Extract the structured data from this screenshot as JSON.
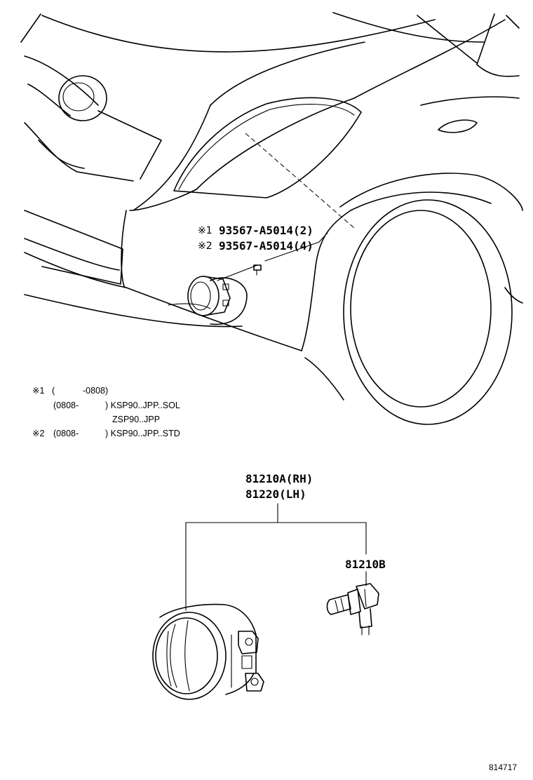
{
  "callouts": {
    "bolt_line1_mark": "※1",
    "bolt_line1_part": "93567-A5014(2)",
    "bolt_line2_mark": "※2",
    "bolt_line2_part": "93567-A5014(4)",
    "lamp_rh": "81210A(RH)",
    "lamp_lh": "81220(LH)",
    "bulb": "81210B"
  },
  "notes": {
    "n1_mark": "※1",
    "n1_open": "(",
    "n1_range": "-0808)",
    "n1_line2_range": "(0808-",
    "n1_line2_models": ") KSP90..JPP..SOL",
    "n1_line3_models": "ZSP90..JPP",
    "n2_mark": "※2",
    "n2_range": "(0808-",
    "n2_models": ") KSP90..JPP..STD"
  },
  "diagram_ref": "814717",
  "icons": {
    "vehicle": "car-front-quarter-outline",
    "fog_lamp": "fog-lamp-assembly",
    "bulb": "halogen-bulb-with-socket",
    "bolt": "mounting-screw"
  }
}
